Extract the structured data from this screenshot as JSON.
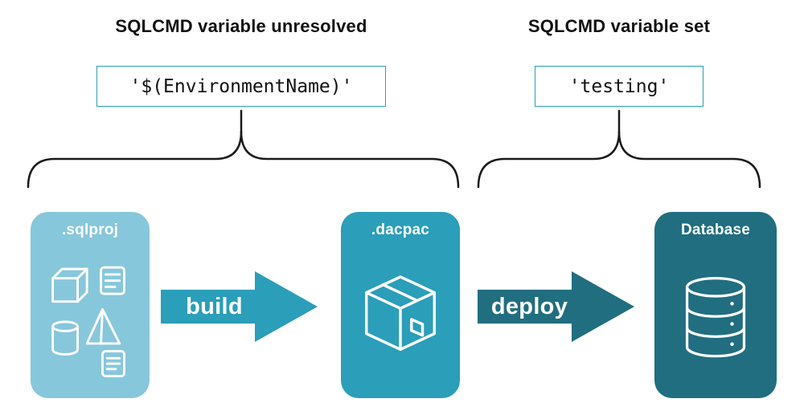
{
  "diagram": {
    "unresolved": {
      "heading": "SQLCMD variable unresolved",
      "code": "'$(EnvironmentName)'"
    },
    "resolved": {
      "heading": "SQLCMD variable set",
      "code": "'testing'"
    },
    "nodes": {
      "sqlproj_label": ".sqlproj",
      "dacpac_label": ".dacpac",
      "database_label": "Database"
    },
    "arrows": {
      "build_label": "build",
      "deploy_label": "deploy"
    },
    "icons": {
      "sqlproj": "schema-objects-icon (cube, script, pyramid, cylinder)",
      "dacpac": "package-box-icon",
      "database": "database-cylinder-icon"
    },
    "colors": {
      "light_teal": "#87C7DB",
      "teal": "#2B9EB9",
      "dark_teal": "#206E80",
      "code_box_border": "#2B9EB9",
      "brace_stroke": "#1a1a1a"
    }
  }
}
